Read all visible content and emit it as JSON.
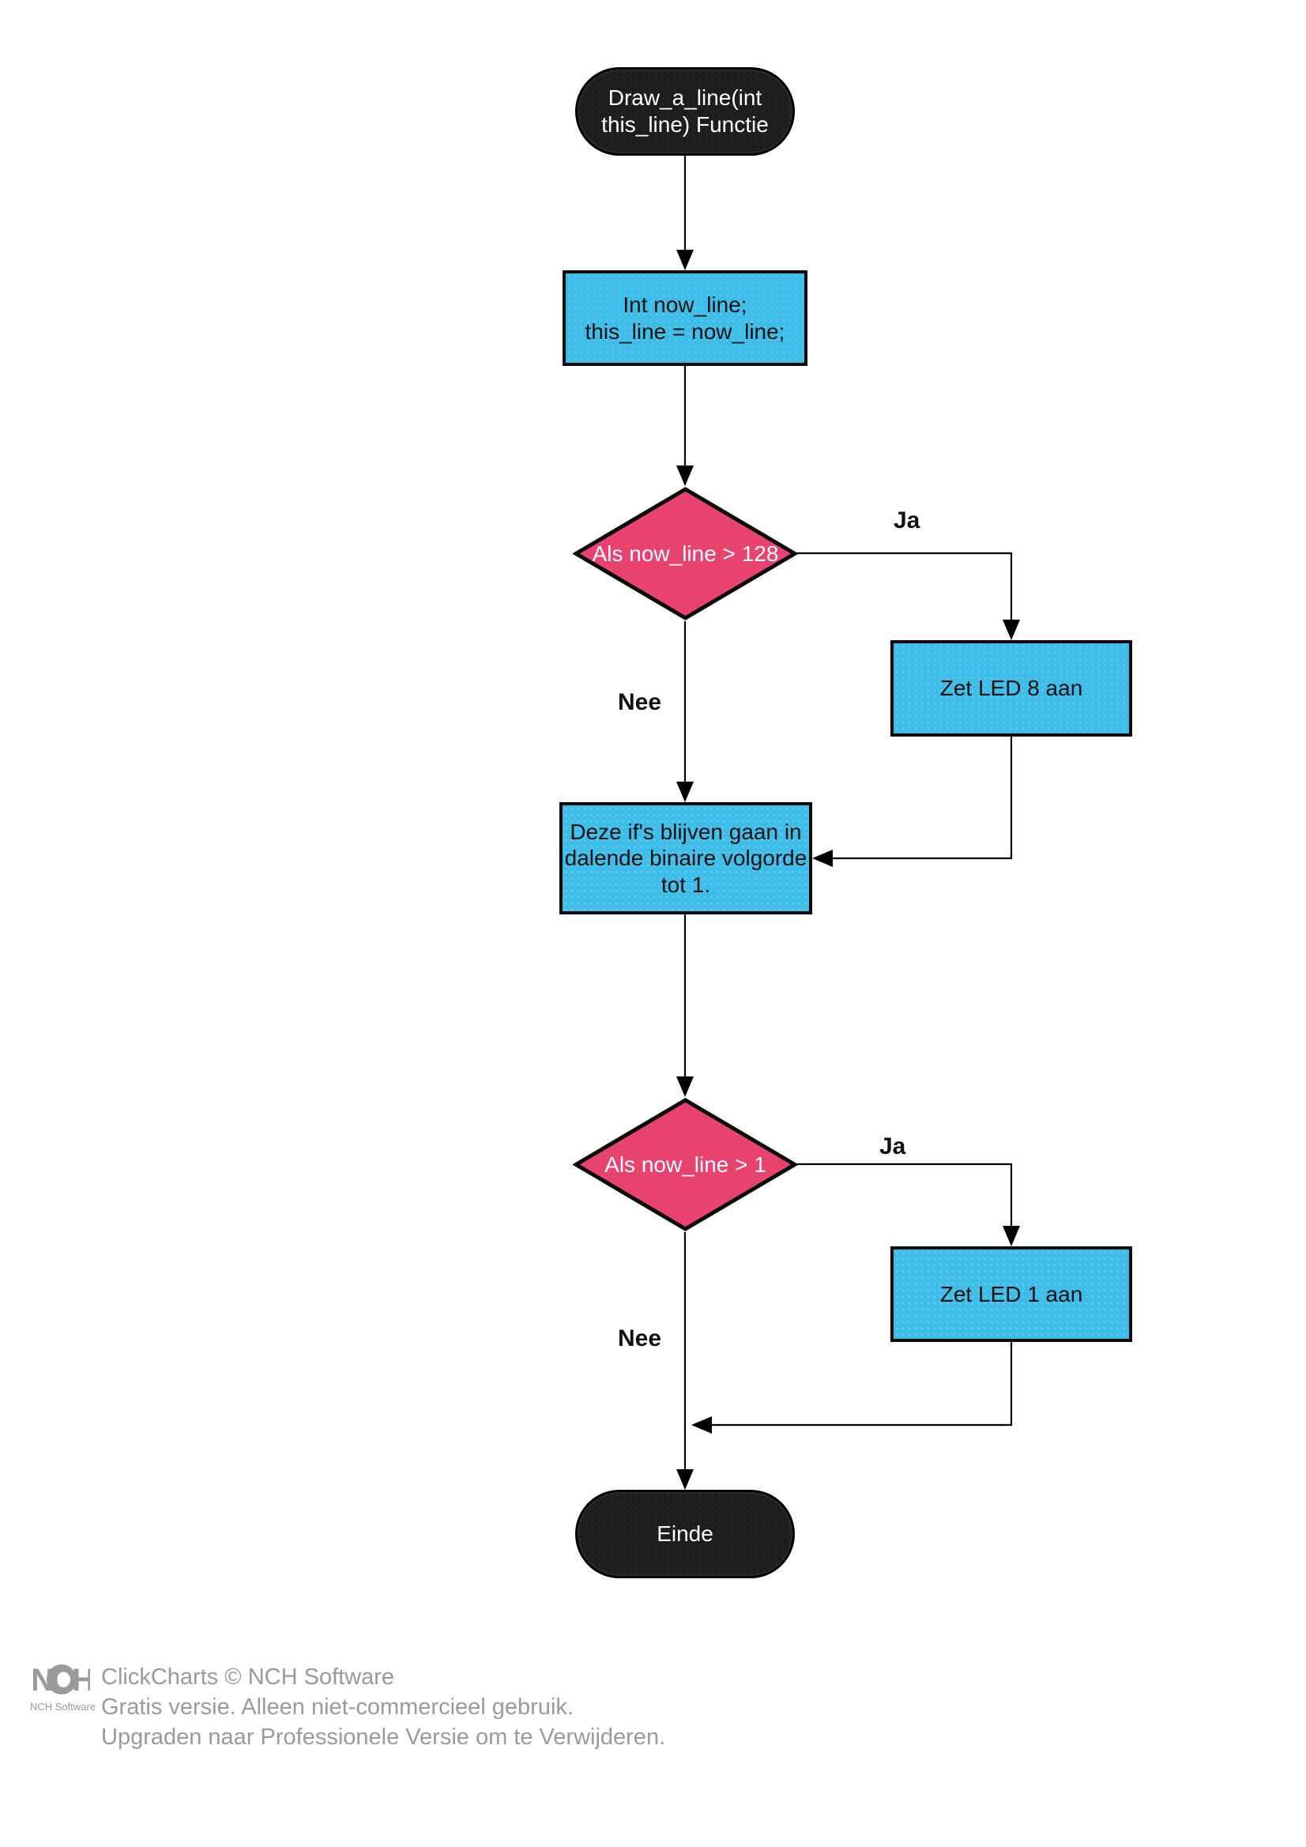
{
  "colors": {
    "process_fill": "#3ebde8",
    "decision_fill": "#e8436e",
    "terminator_fill": "#1d1d1f",
    "outline": "#0a0a0a",
    "connector": "#000000",
    "watermark_gray": "#9a9a9a"
  },
  "nodes": {
    "start": {
      "type": "terminator",
      "label": "Draw_a_line(int\nthis_line) Functie"
    },
    "init": {
      "type": "process",
      "label": "Int now_line;\nthis_line = now_line;"
    },
    "decision_128": {
      "type": "decision",
      "label": "Als now_line > 128"
    },
    "led8": {
      "type": "process",
      "label": "Zet LED 8 aan"
    },
    "note": {
      "type": "process",
      "label": "Deze if's blijven gaan in\ndalende binaire volgorde\ntot 1."
    },
    "decision_1": {
      "type": "decision",
      "label": "Als now_line > 1"
    },
    "led1": {
      "type": "process",
      "label": "Zet LED 1 aan"
    },
    "end": {
      "type": "terminator",
      "label": "Einde"
    }
  },
  "edge_labels": {
    "ja_128": "Ja",
    "nee_128": "Nee",
    "ja_1": "Ja",
    "nee_1": "Nee"
  },
  "watermark": {
    "logo_text": "NCH",
    "logo_caption": "NCH Software",
    "line1": "ClickCharts © NCH Software",
    "line2": "Gratis versie. Alleen niet-commercieel gebruik.",
    "line3": "Upgraden naar Professionele Versie om te Verwijderen."
  }
}
